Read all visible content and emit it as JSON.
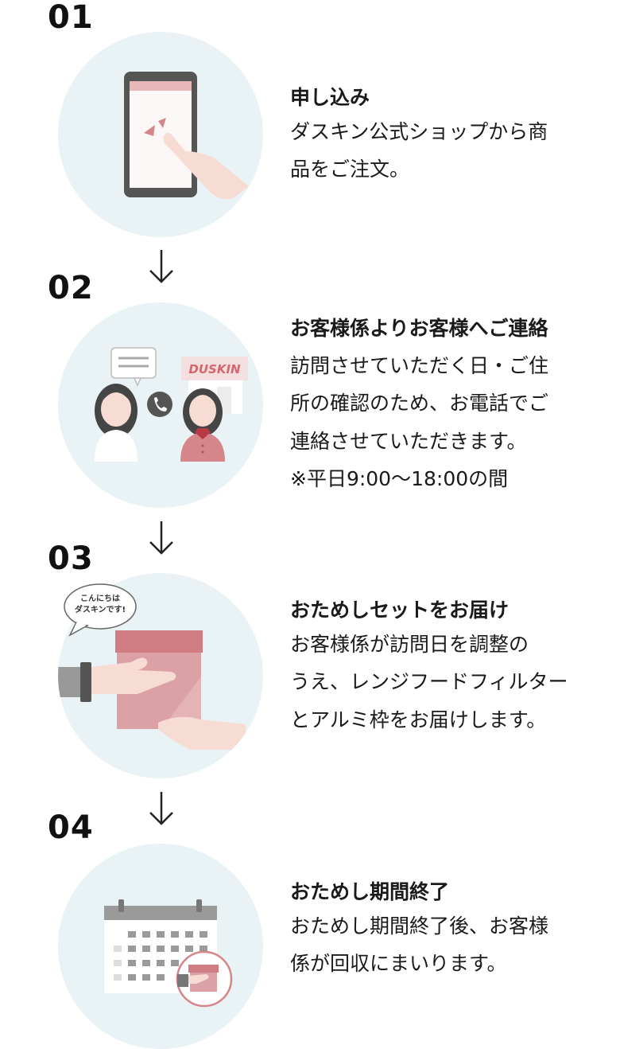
{
  "steps": [
    {
      "number": "01",
      "title": "申し込み",
      "body": "ダスキン公式ショップから商\n品をご注文。",
      "icon": "smartphone-tap-icon"
    },
    {
      "number": "02",
      "title": "お客様係よりお客様へご連絡",
      "body": "訪問させていただく日・ご住\n所の確認のため、お電話でご\n連絡させていただきます。\n※平日9:00～18:00の間",
      "icon": "phone-call-icon",
      "illustration_sign": "DUSKIN"
    },
    {
      "number": "03",
      "title": "おためしセットをお届け",
      "body": "お客様係が訪問日を調整の\nうえ、レンジフードフィルター\nとアルミ枠をお届けします。",
      "icon": "package-delivery-icon",
      "speech_bubble": "こんにちは\nダスキンです!"
    },
    {
      "number": "04",
      "title": "おためし期間終了",
      "body": "おためし期間終了後、お客様\n係が回収にまいります。",
      "icon": "calendar-pickup-icon"
    }
  ],
  "colors": {
    "circle_bg": "#e9f2f5",
    "accent_red": "#d4868a",
    "dark": "#4a4a4a"
  }
}
